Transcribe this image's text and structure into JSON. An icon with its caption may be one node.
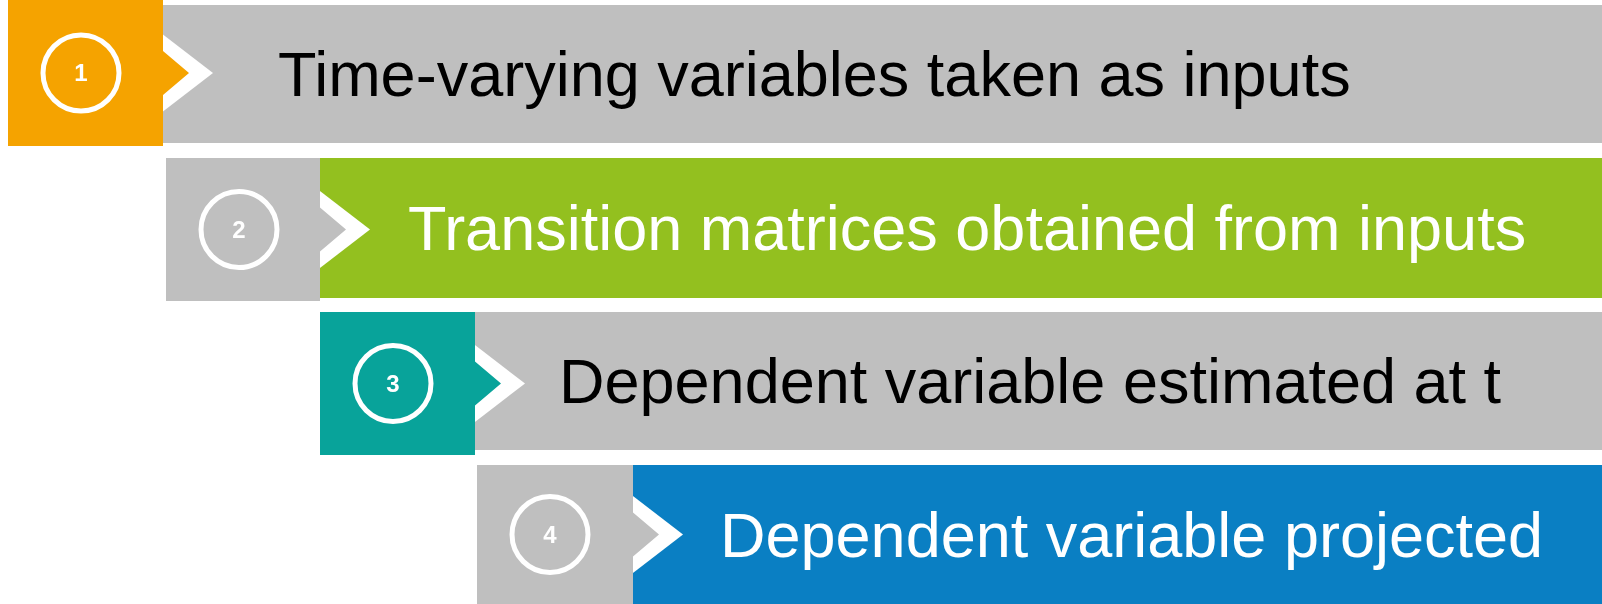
{
  "diagram": {
    "nodes": [
      {
        "text": [
          "1"
        ]
      },
      {
        "text": [
          "Time-varying variables taken as inputs"
        ]
      },
      {
        "text": [
          "2"
        ]
      },
      {
        "text": [
          "Transition matrices obtained from inputs"
        ]
      },
      {
        "text": [
          "3"
        ]
      },
      {
        "text": [
          "Dependent variable estimated at t"
        ]
      },
      {
        "text": [
          "4"
        ]
      },
      {
        "text": [
          "Dependent variable projected"
        ]
      }
    ]
  }
}
